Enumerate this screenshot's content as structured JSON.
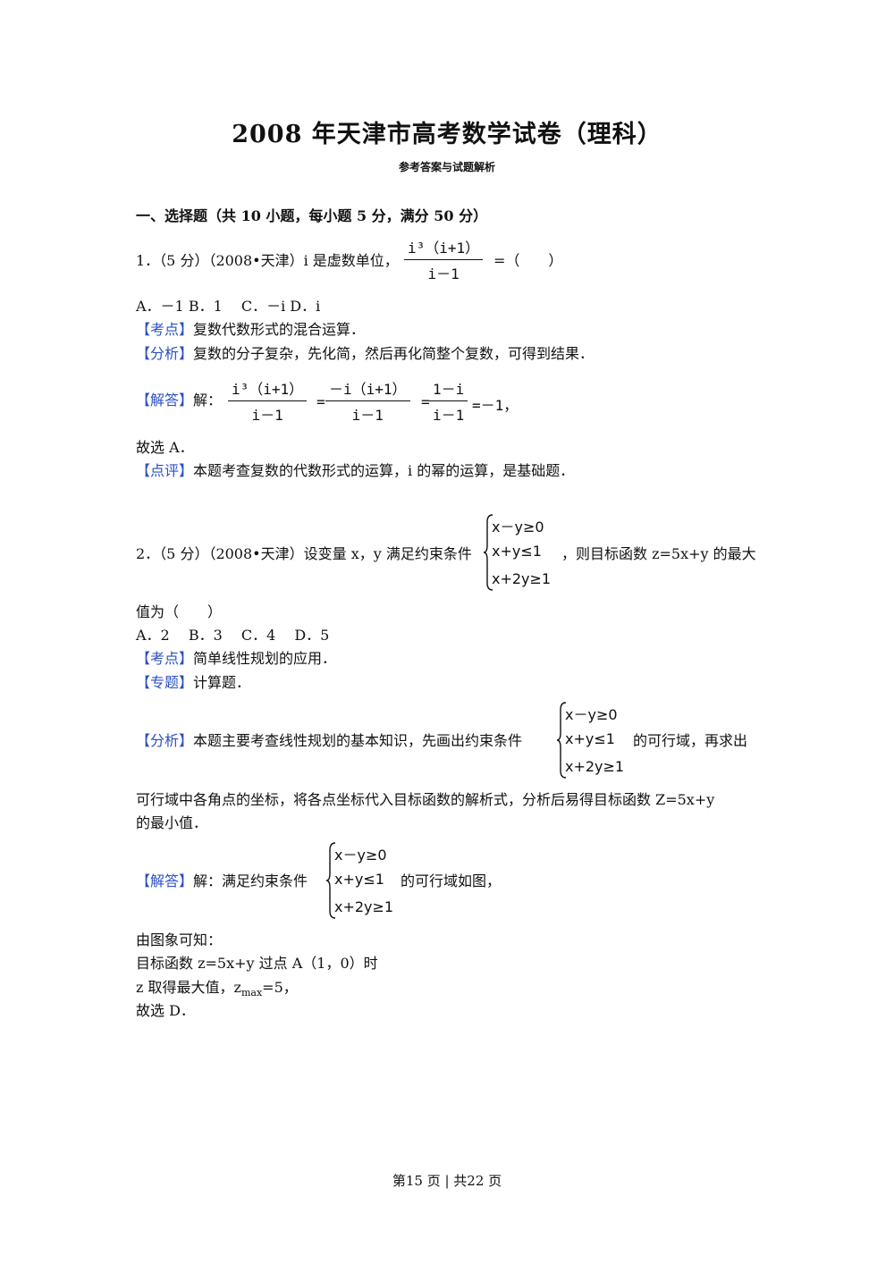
{
  "doc": {
    "title": "2008 年天津市高考数学试卷（理科）",
    "subtitle": "参考答案与试题解析",
    "section": "一、选择题（共 10 小题，每小题 5 分，满分 50 分）"
  },
  "q1": {
    "stem_prefix": "1．（5 分）（2008•天津）i 是虚数单位，",
    "frac_num": "i³（i+1）",
    "frac_den": "i－1",
    "stem_suffix": "=（　　）",
    "options": "A．－1 B．1　 C．－i  D．i",
    "kaodian_tag": "【考点】",
    "kaodian": "复数代数形式的混合运算．",
    "fenxi_tag": "【分析】",
    "fenxi": "复数的分子复杂，先化简，然后再化简整个复数，可得到结果．",
    "jieda_tag": "【解答】",
    "jieda_prefix": "解：",
    "f1_num": "i³（i+1）",
    "f1_den": "i－1",
    "eq1": "=",
    "f2_num": "－i（i+1）",
    "f2_den": "i－1",
    "eq2": "=",
    "f3_num": "1－i",
    "f3_den": "i－1",
    "result": "=－1，",
    "conclusion": "故选 A．",
    "dianping_tag": "【点评】",
    "dianping": "本题考查复数的代数形式的运算，i 的幂的运算，是基础题．"
  },
  "q2": {
    "stem_prefix": "2．（5 分）（2008•天津）设变量 x，y 满足约束条件",
    "constraints": [
      "x－y≥0",
      "x+y≤1",
      "x+2y≥1"
    ],
    "stem_suffix": "，则目标函数 z=5x+y 的最大",
    "stem_cont": "值为（　　）",
    "options": "A．2　 B．3　 C．4　 D．5",
    "kaodian_tag": "【考点】",
    "kaodian": "简单线性规划的应用．",
    "zhuanti_tag": "【专题】",
    "zhuanti": "计算题．",
    "fenxi_tag": "【分析】",
    "fenxi_prefix": "本题主要考查线性规划的基本知识，先画出约束条件",
    "fenxi_suffix": "的可行域，再求出",
    "fenxi_line2": "可行域中各角点的坐标，将各点坐标代入目标函数的解析式，分析后易得目标函数 Z=5x+y",
    "fenxi_line3": "的最小值．",
    "jieda_tag": "【解答】",
    "jieda_prefix": "解：满足约束条件",
    "jieda_suffix": "的可行域如图，",
    "line_a": "由图象可知：",
    "line_b": "目标函数 z=5x+y 过点 A（1，0）时",
    "line_c_prefix": "z 取得最大值，z",
    "line_c_sub": "max",
    "line_c_suffix": "=5，",
    "conclusion": "故选 D．"
  },
  "footer": "第15 页 | 共22 页"
}
